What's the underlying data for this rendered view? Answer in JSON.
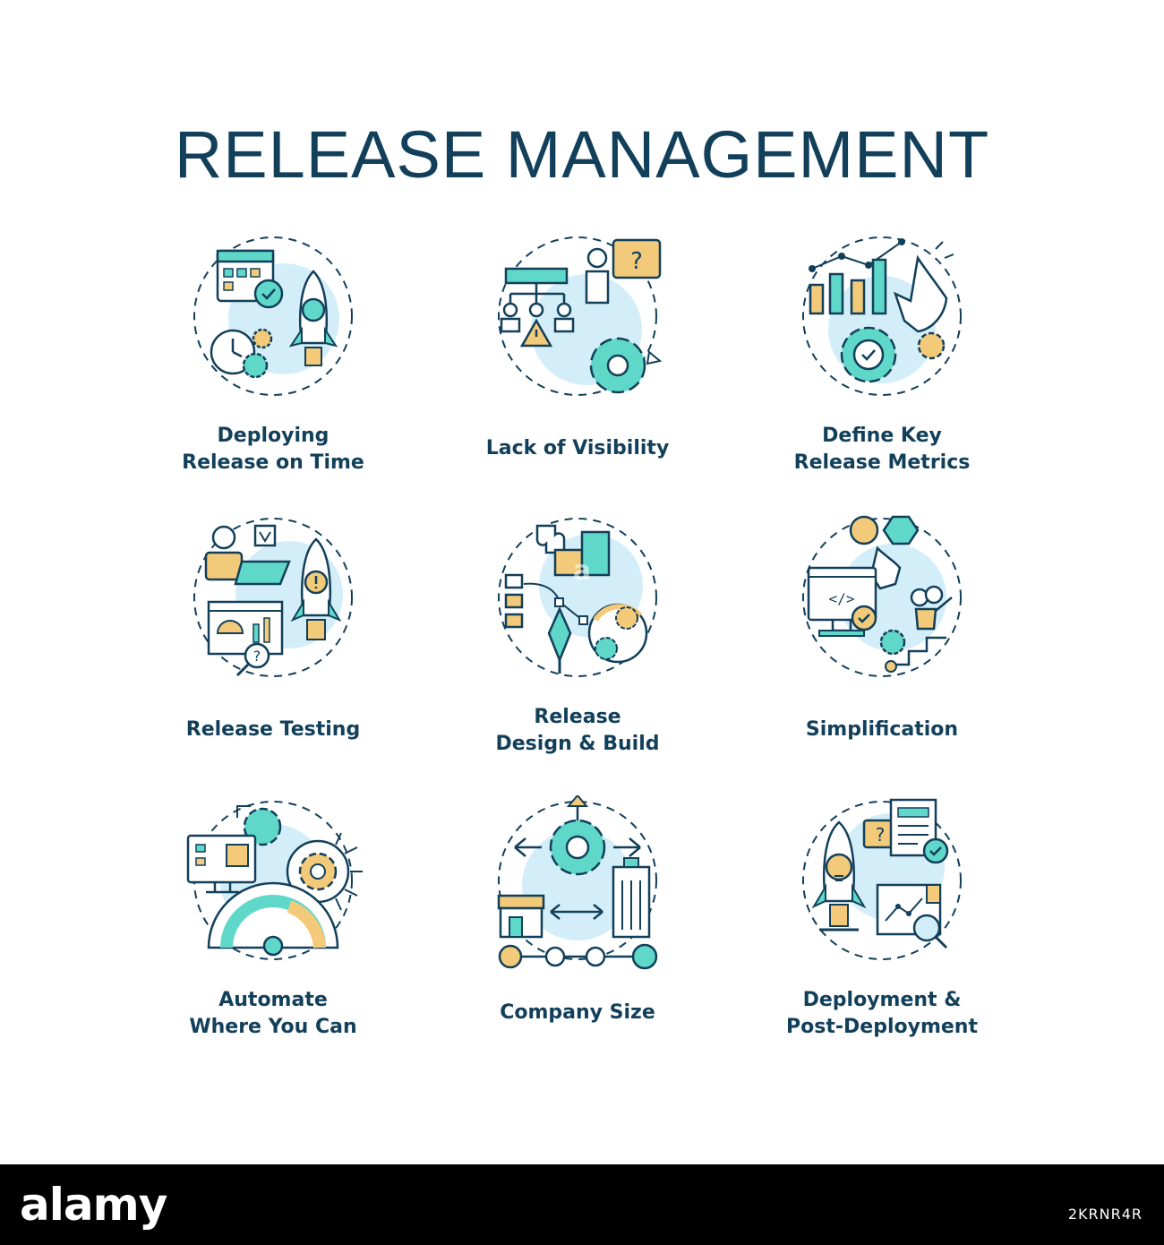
{
  "title": "RELEASE MANAGEMENT",
  "colors": {
    "navy": "#123f5a",
    "teal": "#5fd8c9",
    "bubble": "#d4eef9",
    "gold": "#f3ca7a"
  },
  "items": [
    {
      "icon": "calendar-rocket-icon",
      "line1": "Deploying",
      "line2": "Release on Time"
    },
    {
      "icon": "org-chart-confusion-icon",
      "line1": "Lack of Visibility",
      "line2": ""
    },
    {
      "icon": "chart-hand-gear-icon",
      "line1": "Define Key",
      "line2": "Release Metrics"
    },
    {
      "icon": "tester-rocket-icon",
      "line1": "Release Testing",
      "line2": ""
    },
    {
      "icon": "puzzle-pen-tool-icon",
      "line1": "Release",
      "line2": "Design & Build"
    },
    {
      "icon": "shapes-computer-icon",
      "line1": "Simplification",
      "line2": ""
    },
    {
      "icon": "monitor-gears-gauge-icon",
      "line1": "Automate",
      "line2": "Where You Can"
    },
    {
      "icon": "gear-store-buildings-icon",
      "line1": "Company Size",
      "line2": ""
    },
    {
      "icon": "rocket-document-icon",
      "line1": "Deployment &",
      "line2": "Post-Deployment"
    }
  ],
  "footer": {
    "brand": "alamy",
    "image_id": "2KRNR4R",
    "watermark": "a"
  }
}
